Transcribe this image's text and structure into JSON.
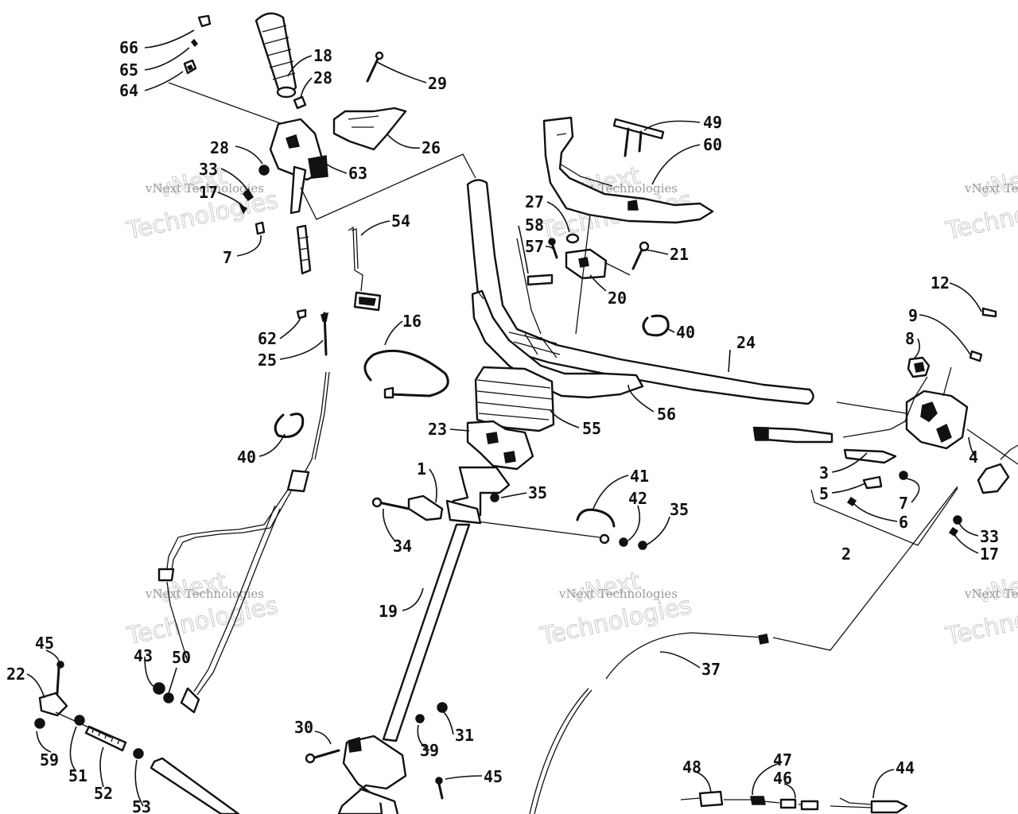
{
  "watermark": {
    "line1": "vNext",
    "line2": "Technologies",
    "small": "vNext Technologies"
  },
  "callouts": [
    {
      "id": "c66",
      "text": "66"
    },
    {
      "id": "c65",
      "text": "65"
    },
    {
      "id": "c64",
      "text": "64"
    },
    {
      "id": "c18",
      "text": "18"
    },
    {
      "id": "c28a",
      "text": "28"
    },
    {
      "id": "c29",
      "text": "29"
    },
    {
      "id": "c26",
      "text": "26"
    },
    {
      "id": "c28b",
      "text": "28"
    },
    {
      "id": "c33a",
      "text": "33"
    },
    {
      "id": "c17a",
      "text": "17"
    },
    {
      "id": "c63",
      "text": "63"
    },
    {
      "id": "c7a",
      "text": "7"
    },
    {
      "id": "c54",
      "text": "54"
    },
    {
      "id": "c62",
      "text": "62"
    },
    {
      "id": "c25",
      "text": "25"
    },
    {
      "id": "c16",
      "text": "16"
    },
    {
      "id": "c40a",
      "text": "40"
    },
    {
      "id": "c49",
      "text": "49"
    },
    {
      "id": "c60",
      "text": "60"
    },
    {
      "id": "c27",
      "text": "27"
    },
    {
      "id": "c58",
      "text": "58"
    },
    {
      "id": "c57",
      "text": "57"
    },
    {
      "id": "c21",
      "text": "21"
    },
    {
      "id": "c20",
      "text": "20"
    },
    {
      "id": "c40b",
      "text": "40"
    },
    {
      "id": "c24",
      "text": "24"
    },
    {
      "id": "c56",
      "text": "56"
    },
    {
      "id": "c55",
      "text": "55"
    },
    {
      "id": "c23",
      "text": "23"
    },
    {
      "id": "c35a",
      "text": "35"
    },
    {
      "id": "c1",
      "text": "1"
    },
    {
      "id": "c34",
      "text": "34"
    },
    {
      "id": "c41",
      "text": "41"
    },
    {
      "id": "c42",
      "text": "42"
    },
    {
      "id": "c35b",
      "text": "35"
    },
    {
      "id": "c19",
      "text": "19"
    },
    {
      "id": "c12",
      "text": "12"
    },
    {
      "id": "c9",
      "text": "9"
    },
    {
      "id": "c8",
      "text": "8"
    },
    {
      "id": "c3",
      "text": "3"
    },
    {
      "id": "c4",
      "text": "4"
    },
    {
      "id": "c5",
      "text": "5"
    },
    {
      "id": "c7b",
      "text": "7"
    },
    {
      "id": "c6",
      "text": "6"
    },
    {
      "id": "c2",
      "text": "2"
    },
    {
      "id": "c33b",
      "text": "33"
    },
    {
      "id": "c17b",
      "text": "17"
    },
    {
      "id": "c37",
      "text": "37"
    },
    {
      "id": "c45a",
      "text": "45"
    },
    {
      "id": "c22",
      "text": "22"
    },
    {
      "id": "c43",
      "text": "43"
    },
    {
      "id": "c50",
      "text": "50"
    },
    {
      "id": "c59",
      "text": "59"
    },
    {
      "id": "c51",
      "text": "51"
    },
    {
      "id": "c52",
      "text": "52"
    },
    {
      "id": "c53",
      "text": "53"
    },
    {
      "id": "c30",
      "text": "30"
    },
    {
      "id": "c39",
      "text": "39"
    },
    {
      "id": "c31",
      "text": "31"
    },
    {
      "id": "c45b",
      "text": "45"
    },
    {
      "id": "c48",
      "text": "48"
    },
    {
      "id": "c47",
      "text": "47"
    },
    {
      "id": "c46",
      "text": "46"
    },
    {
      "id": "c44",
      "text": "44"
    }
  ]
}
